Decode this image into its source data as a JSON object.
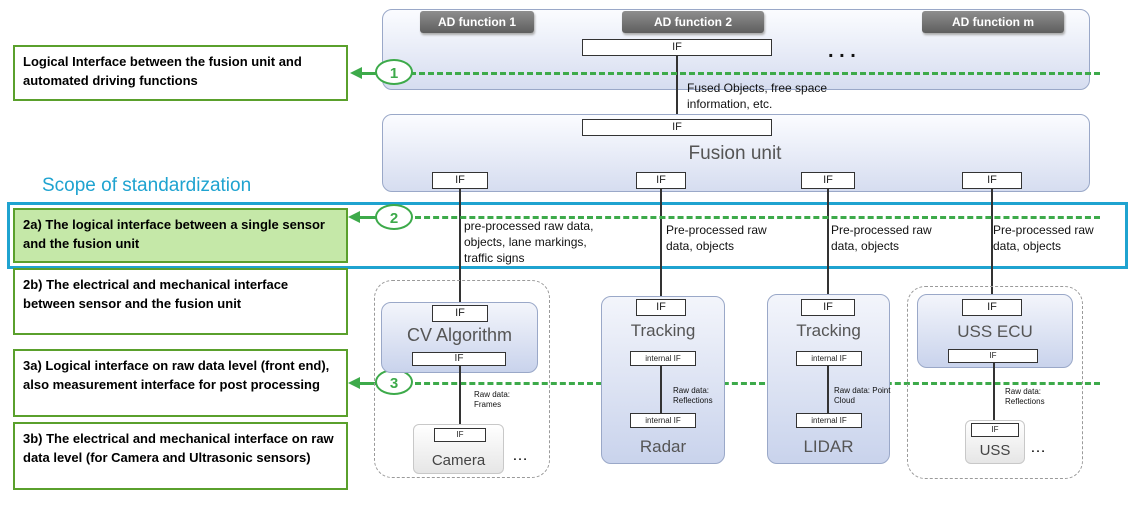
{
  "top": {
    "functions": [
      "AD function 1",
      "AD function 2",
      "AD function m"
    ],
    "ellipsis": ". . .",
    "if_label": "IF",
    "fused_note": "Fused Objects, free space information, etc."
  },
  "fusion": {
    "title": "Fusion unit",
    "if_label": "IF"
  },
  "scope_label": "Scope of standardization",
  "markers": [
    "1",
    "2",
    "3"
  ],
  "left_boxes": {
    "b1": "Logical Interface between the fusion unit and automated driving functions",
    "b2a": "2a) The logical interface between a single sensor and the fusion unit",
    "b2b": "2b) The electrical and mechanical interface between sensor and the fusion unit",
    "b3a": "3a) Logical interface on raw data level (front end), also measurement interface for post processing",
    "b3b": "3b) The electrical and mechanical interface on raw data level (for Camera and Ultrasonic sensors)"
  },
  "channels": [
    {
      "note": "pre-processed raw data, objects, lane markings, traffic signs"
    },
    {
      "note": "Pre-processed raw data, objects"
    },
    {
      "note": "Pre-processed raw data, objects"
    },
    {
      "note": "Pre-processed raw data, objects"
    }
  ],
  "modules": [
    {
      "title": "CV Algorithm",
      "if_top": "IF",
      "if_bottom": "IF",
      "raw_note": "Raw data: Frames",
      "sensor": "Camera",
      "sensor_if": "IF",
      "ellipsis": "…"
    },
    {
      "title": "Tracking",
      "if_top": "IF",
      "if_mid": "internal IF",
      "if_bottom": "internal IF",
      "raw_note": "Raw data: Reflections",
      "sensor": "Radar"
    },
    {
      "title": "Tracking",
      "if_top": "IF",
      "if_mid": "internal IF",
      "if_bottom": "internal IF",
      "raw_note": "Raw data: Point Cloud",
      "sensor": "LIDAR"
    },
    {
      "title": "USS ECU",
      "if_top": "IF",
      "if_bottom": "IF",
      "raw_note": "Raw data: Reflections",
      "sensor": "USS",
      "sensor_if": "IF",
      "ellipsis": "…"
    }
  ],
  "colors": {
    "green": "#3daa4a",
    "green_box": "#5aa02c",
    "scope_blue": "#1fa3d0",
    "highlight": "#c5e8a8"
  }
}
